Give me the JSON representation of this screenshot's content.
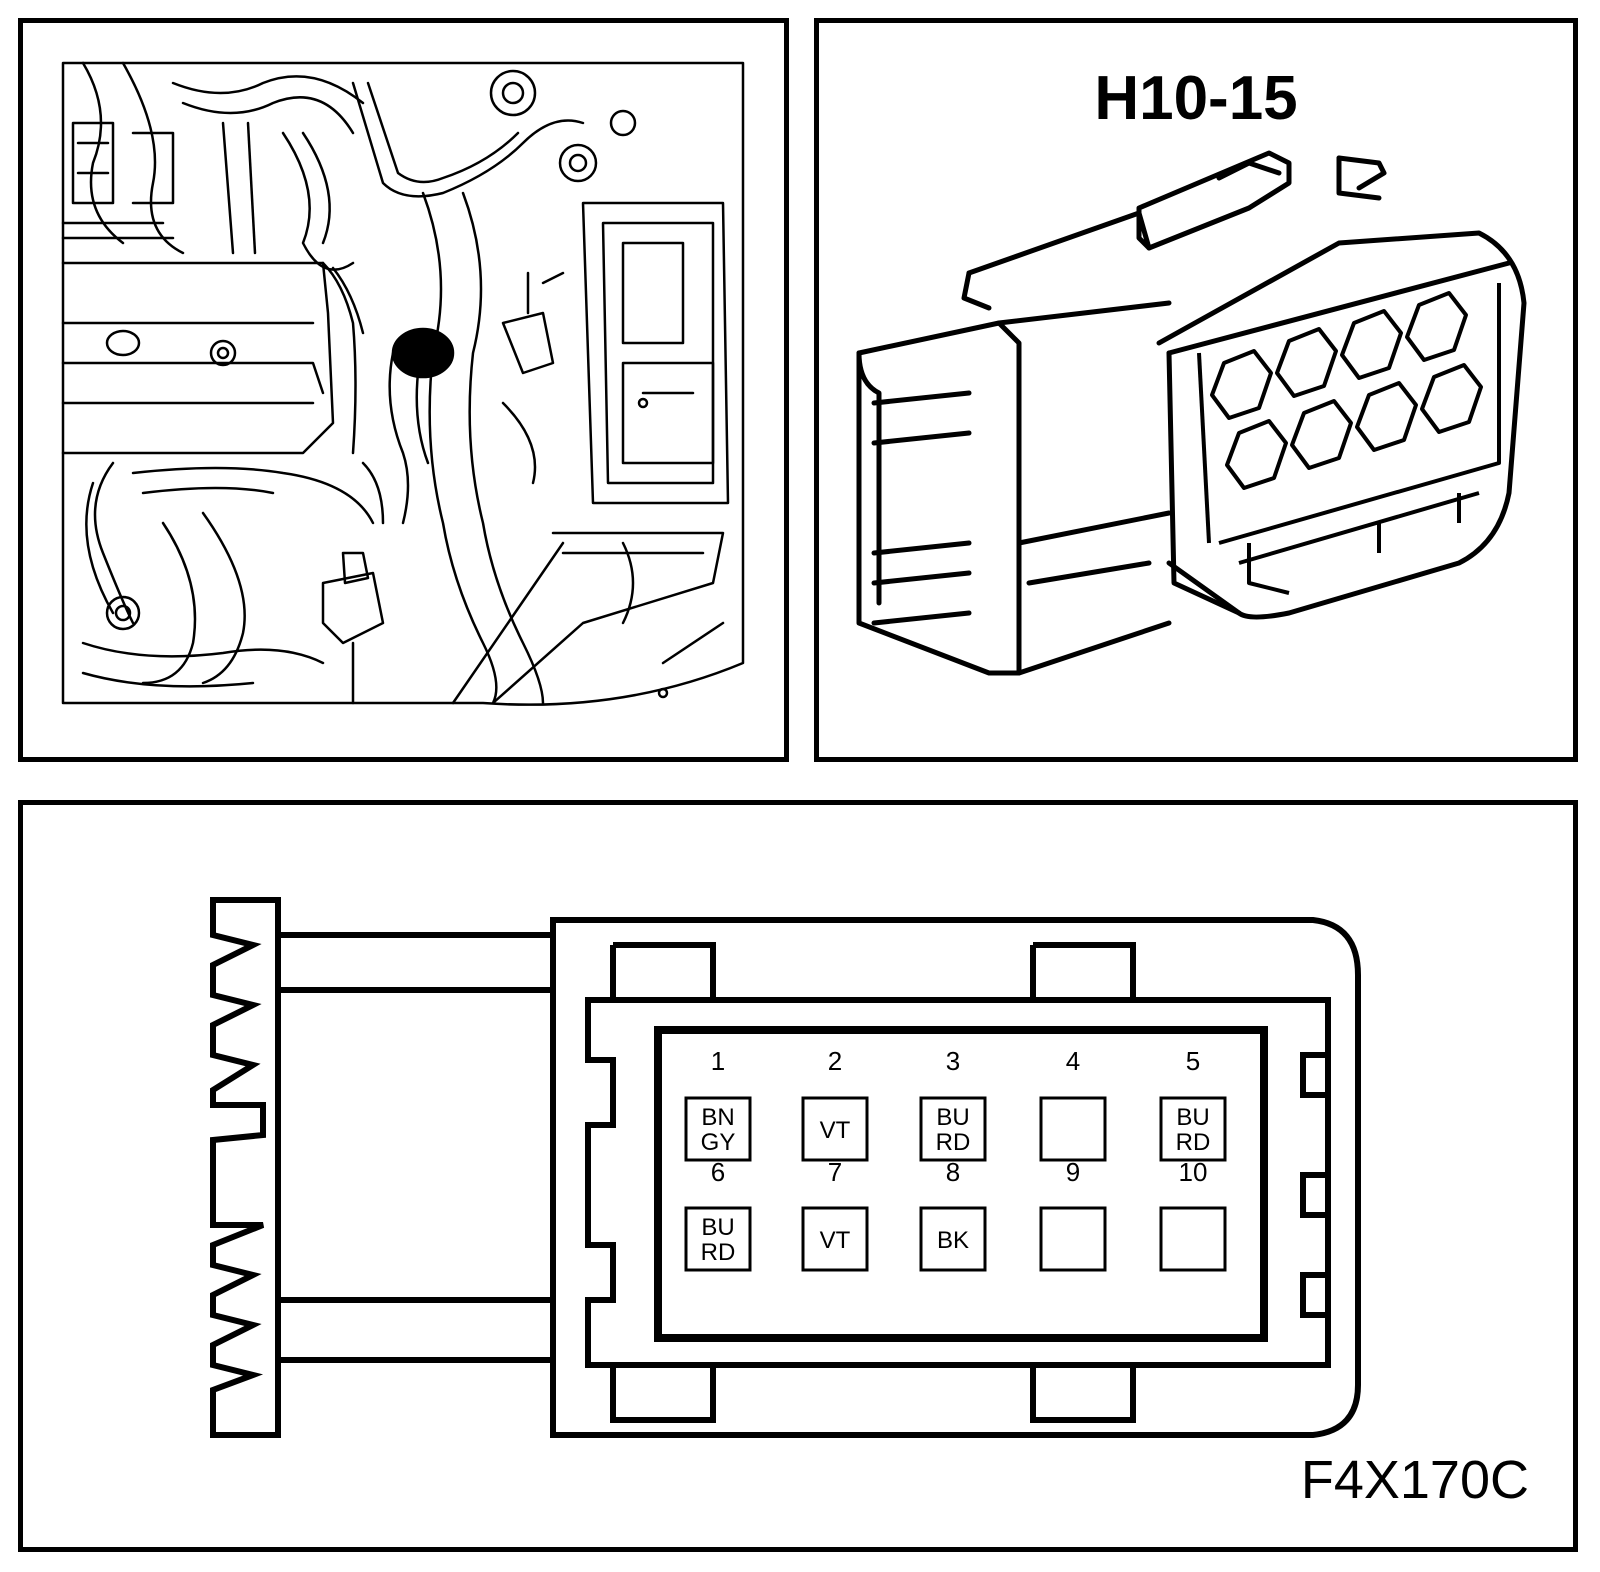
{
  "connector": {
    "id": "H10-15"
  },
  "figure_code": "F4X170C",
  "pinout": {
    "pins": [
      {
        "number": "1",
        "color_line1": "BN",
        "color_line2": "GY"
      },
      {
        "number": "2",
        "color_line1": "VT",
        "color_line2": ""
      },
      {
        "number": "3",
        "color_line1": "BU",
        "color_line2": "RD"
      },
      {
        "number": "4",
        "color_line1": "",
        "color_line2": ""
      },
      {
        "number": "5",
        "color_line1": "BU",
        "color_line2": "RD"
      },
      {
        "number": "6",
        "color_line1": "BU",
        "color_line2": "RD"
      },
      {
        "number": "7",
        "color_line1": "VT",
        "color_line2": ""
      },
      {
        "number": "8",
        "color_line1": "BK",
        "color_line2": ""
      },
      {
        "number": "9",
        "color_line1": "",
        "color_line2": ""
      },
      {
        "number": "10",
        "color_line1": "",
        "color_line2": ""
      }
    ]
  }
}
